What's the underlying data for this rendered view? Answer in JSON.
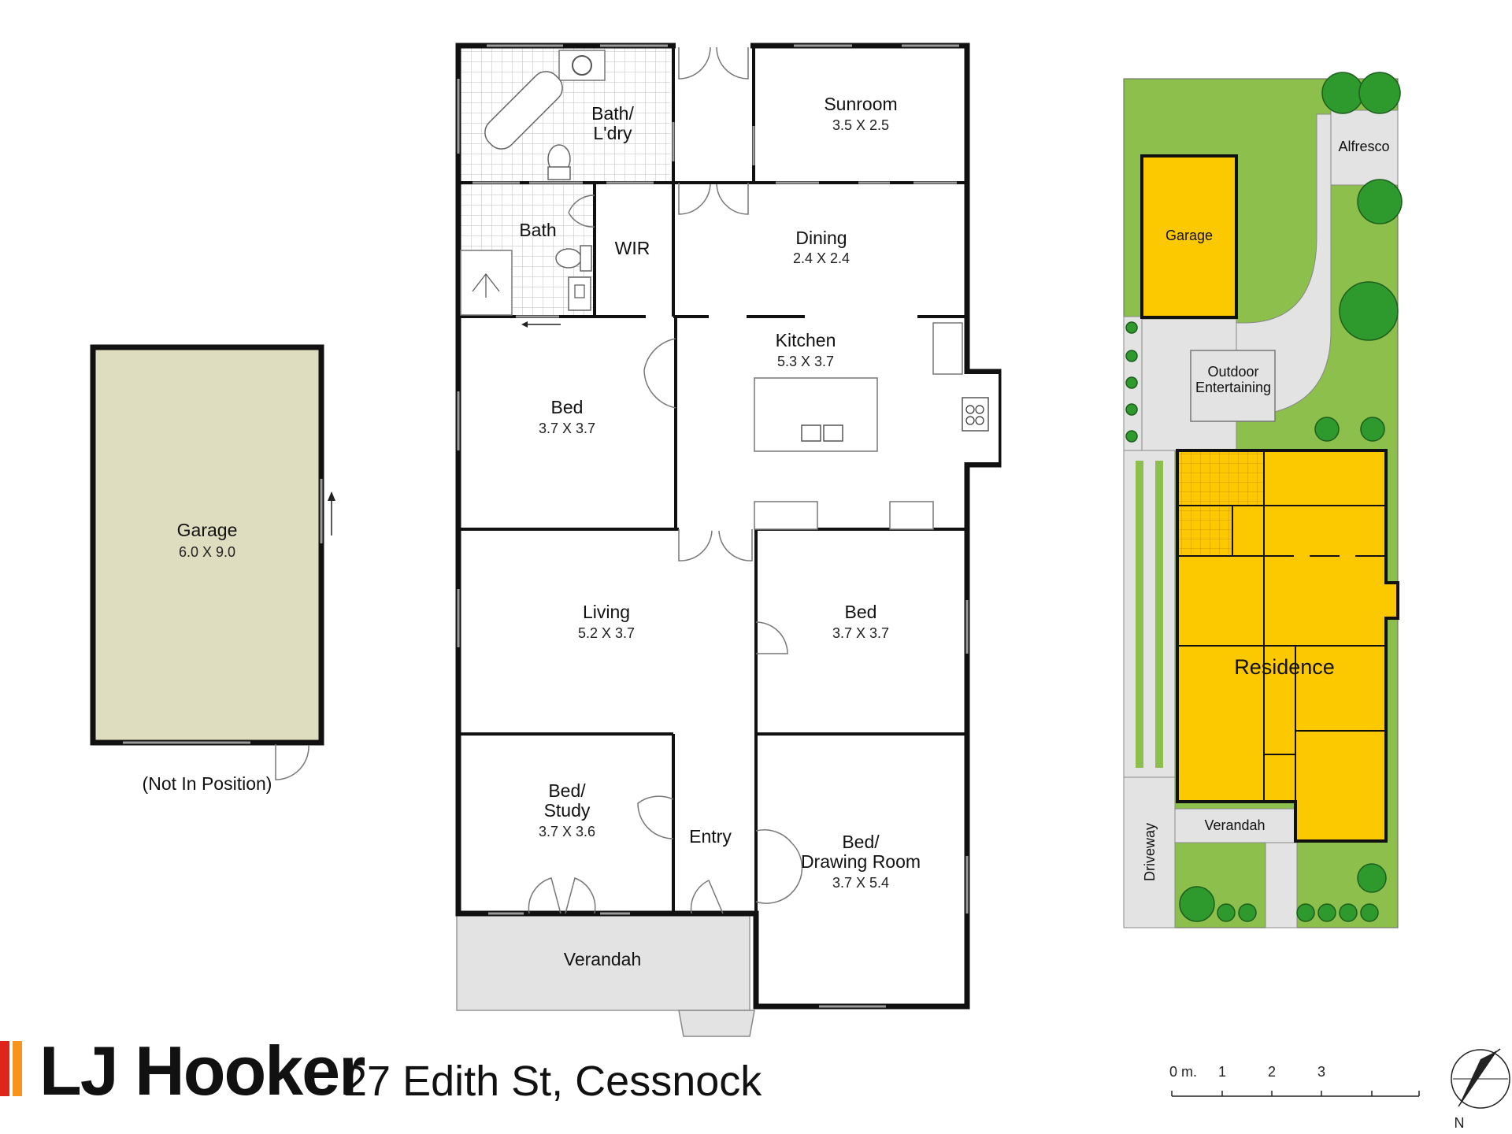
{
  "rooms": {
    "bath_laundry": {
      "name_l1": "Bath/",
      "name_l2": "L'dry"
    },
    "sunroom": {
      "name": "Sunroom",
      "dim": "3.5 X 2.5"
    },
    "bath": {
      "name": "Bath"
    },
    "wir": {
      "name": "WIR"
    },
    "dining": {
      "name": "Dining",
      "dim": "2.4 X 2.4"
    },
    "kitchen": {
      "name": "Kitchen",
      "dim": "5.3 X 3.7"
    },
    "bed1": {
      "name": "Bed",
      "dim": "3.7 X 3.7"
    },
    "living": {
      "name": "Living",
      "dim": "5.2 X 3.7"
    },
    "bed2": {
      "name": "Bed",
      "dim": "3.7 X 3.7"
    },
    "bed_study": {
      "name_l1": "Bed/",
      "name_l2": "Study",
      "dim": "3.7 X 3.6"
    },
    "entry": {
      "name": "Entry"
    },
    "bed_drawing": {
      "name_l1": "Bed/",
      "name_l2": "Drawing Room",
      "dim": "3.7 X 5.4"
    },
    "verandah": {
      "name": "Verandah"
    }
  },
  "garage": {
    "name": "Garage",
    "dim": "6.0 X 9.0",
    "note": "(Not In Position)"
  },
  "site": {
    "alfresco": "Alfresco",
    "garage": "Garage",
    "outdoor_l1": "Outdoor",
    "outdoor_l2": "Entertaining",
    "residence": "Residence",
    "verandah": "Verandah",
    "driveway": "Driveway"
  },
  "scale": {
    "labels": [
      "0 m.",
      "1",
      "2",
      "3"
    ]
  },
  "compass": {
    "label": "N"
  },
  "branding": {
    "name": "LJ Hooker",
    "address": "27 Edith St, Cessnock"
  },
  "colors": {
    "garage_fill": "#deddc0",
    "residence_fill": "#fcc800",
    "lawn_fill": "#8cbf4b",
    "paving_fill": "#e3e3e3",
    "tree_fill": "#2e9a2e",
    "brand_red": "#e0261b",
    "brand_orange": "#f7941d"
  }
}
